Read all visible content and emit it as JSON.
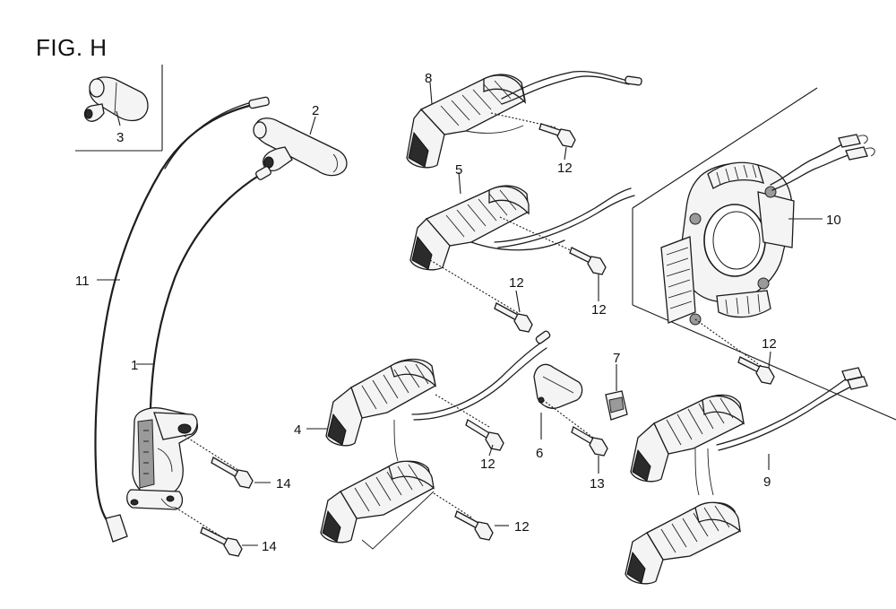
{
  "figure": {
    "title": "FIG. H"
  },
  "callouts": [
    {
      "id": "c1",
      "text": "1"
    },
    {
      "id": "c2",
      "text": "2"
    },
    {
      "id": "c3",
      "text": "3"
    },
    {
      "id": "c4",
      "text": "4"
    },
    {
      "id": "c5",
      "text": "5"
    },
    {
      "id": "c6",
      "text": "6"
    },
    {
      "id": "c7",
      "text": "7"
    },
    {
      "id": "c8",
      "text": "8"
    },
    {
      "id": "c9",
      "text": "9"
    },
    {
      "id": "c10",
      "text": "10"
    },
    {
      "id": "c11",
      "text": "11"
    },
    {
      "id": "c12a",
      "text": "12"
    },
    {
      "id": "c12b",
      "text": "12"
    },
    {
      "id": "c12c",
      "text": "12"
    },
    {
      "id": "c12d",
      "text": "12"
    },
    {
      "id": "c12e",
      "text": "12"
    },
    {
      "id": "c12f",
      "text": "12"
    },
    {
      "id": "c13",
      "text": "13"
    },
    {
      "id": "c14a",
      "text": "14"
    },
    {
      "id": "c14b",
      "text": "14"
    }
  ]
}
